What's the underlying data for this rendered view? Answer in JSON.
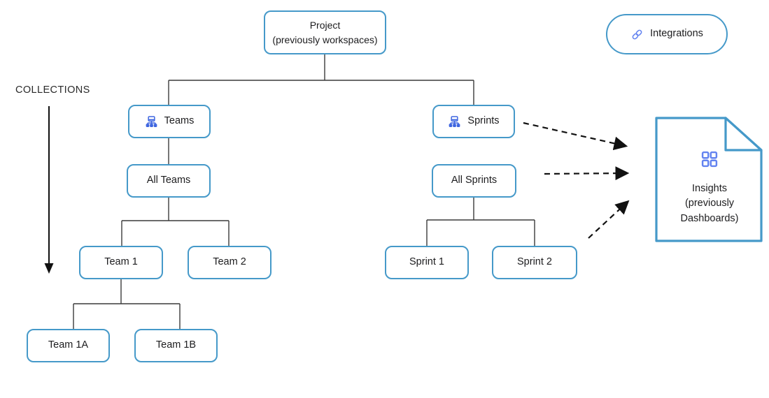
{
  "diagram": {
    "collections_label": "COLLECTIONS",
    "nodes": {
      "project": {
        "label": "Project\n(previously workspaces)"
      },
      "teams": {
        "label": "Teams",
        "icon": "org-chart-icon"
      },
      "sprints": {
        "label": "Sprints",
        "icon": "org-chart-icon"
      },
      "all_teams": {
        "label": "All Teams"
      },
      "all_sprints": {
        "label": "All Sprints"
      },
      "team1": {
        "label": "Team 1"
      },
      "team2": {
        "label": "Team 2"
      },
      "team1a": {
        "label": "Team 1A"
      },
      "team1b": {
        "label": "Team 1B"
      },
      "sprint1": {
        "label": "Sprint 1"
      },
      "sprint2": {
        "label": "Sprint 2"
      }
    },
    "integrations": {
      "label": "Integrations",
      "icon": "link-icon"
    },
    "insights": {
      "label": "Insights\n(previously\nDashboards)",
      "icon": "grid-icon"
    },
    "colors": {
      "node_border": "#4599c9",
      "icon_blue": "#3f66e0",
      "icon_blue_light": "#6383f0",
      "connector": "#3a3a3a",
      "arrow": "#111111",
      "text": "#1c1c1e"
    }
  }
}
